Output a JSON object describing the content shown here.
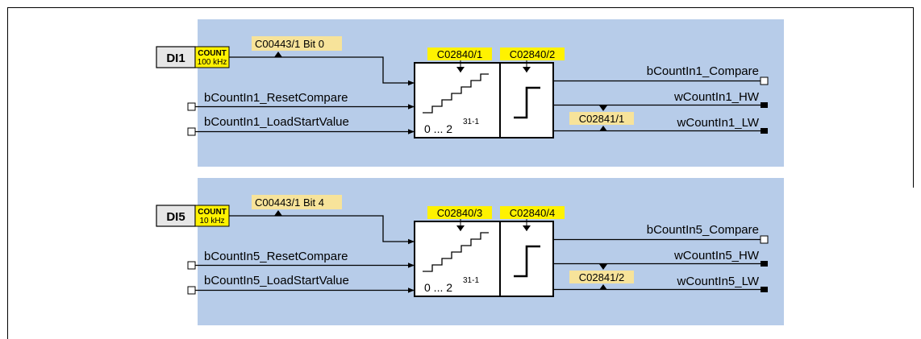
{
  "colors": {
    "panel": "#b7cce9",
    "param_highlight": "#fff200",
    "dark_param": "#f7e39a",
    "line": "#000000",
    "block_fill": "#ffffff"
  },
  "blocks": [
    {
      "di_label": "DI1",
      "count_label": "COUNT",
      "count_freq": "100 kHz",
      "bit_param": "C00443/1 Bit 0",
      "param_counter": "C02840/1",
      "param_compare": "C02840/2",
      "in_reset": "bCountIn1_ResetCompare",
      "in_load": "bCountIn1_LoadStartValue",
      "out_compare": "bCountIn1_Compare",
      "out_hw": "wCountIn1_HW",
      "out_lw": "wCountIn1_LW",
      "out_param": "C02841/1",
      "range_text": "0 ... 2",
      "range_exp": "31-1",
      "icon_counter": "staircase-icon",
      "icon_compare": "step-icon"
    },
    {
      "di_label": "DI5",
      "count_label": "COUNT",
      "count_freq": "10 kHz",
      "bit_param": "C00443/1 Bit 4",
      "param_counter": "C02840/3",
      "param_compare": "C02840/4",
      "in_reset": "bCountIn5_ResetCompare",
      "in_load": "bCountIn5_LoadStartValue",
      "out_compare": "bCountIn5_Compare",
      "out_hw": "wCountIn5_HW",
      "out_lw": "wCountIn5_LW",
      "out_param": "C02841/2",
      "range_text": "0 ... 2",
      "range_exp": "31-1",
      "icon_counter": "staircase-icon",
      "icon_compare": "step-icon"
    }
  ]
}
